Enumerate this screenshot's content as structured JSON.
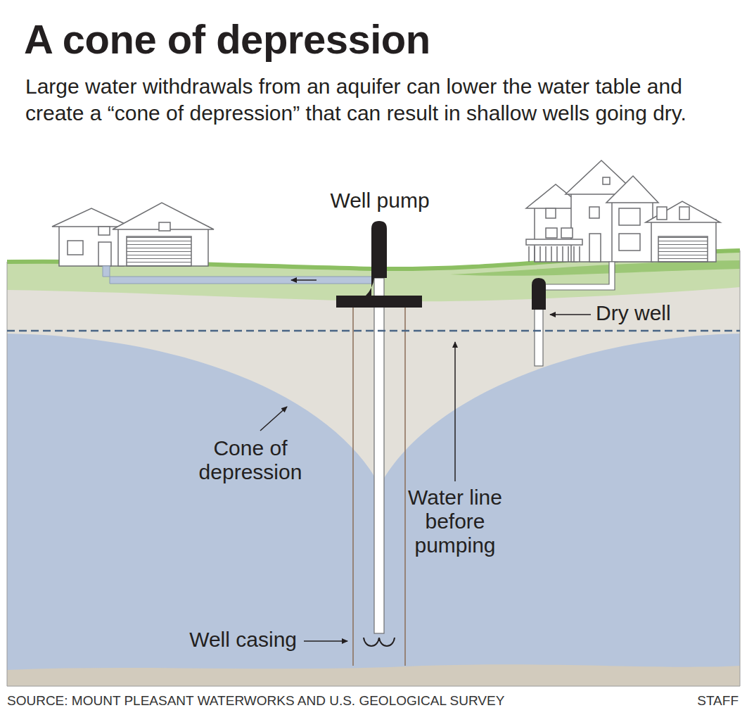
{
  "diagram": {
    "title": "A cone of depression",
    "caption": "Large water withdrawals from an aquifer can lower the water table and create a “cone of depression” that can result in shallow wells going dry.",
    "labels": [
      "Well pump",
      "Dry well",
      "Cone of depression",
      "Water line before pumping",
      "Well casing",
      "SOURCE: MOUNT PLEASANT WATERWORKS AND U.S. GEOLOGICAL SURVEY",
      "STAFF"
    ]
  }
}
